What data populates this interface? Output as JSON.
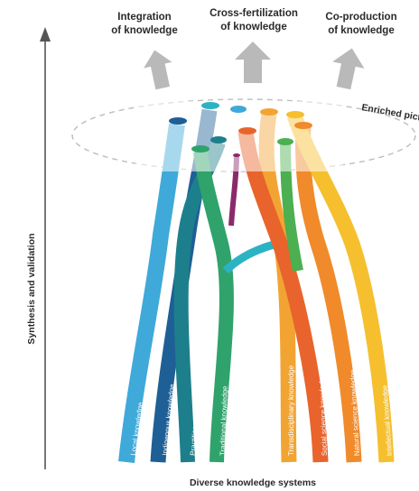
{
  "top_labels": {
    "integration": [
      "Integration",
      "of knowledge"
    ],
    "cross": [
      "Cross-fertilization",
      "of knowledge"
    ],
    "coproduction": [
      "Co-production",
      "of knowledge"
    ]
  },
  "enriched_label": "Enriched picture",
  "y_axis_label": "Synthesis and validation",
  "x_axis_label": "Diverse knowledge systems",
  "streams": [
    {
      "label": "Local knowledge",
      "color": "#3fa9d9"
    },
    {
      "label": "Indigenous knowledge",
      "color": "#1e5f96"
    },
    {
      "label": "Practitioners' knowledge",
      "color": "#1d7f8c"
    },
    {
      "label": "Traditional knowledge",
      "color": "#2fa36b"
    },
    {
      "label": "Transdisciplinary knowledge",
      "color": "#f2a433"
    },
    {
      "label": "Social science knowledge",
      "color": "#e8642c"
    },
    {
      "label": "Natural science knowledge",
      "color": "#f08a2b"
    },
    {
      "label": "Intellectual knowledge",
      "color": "#f5bf2e"
    }
  ],
  "colors": {
    "arrow": "#b9b9b9",
    "axis": "#555555",
    "ellipse": "#bdbdbd",
    "accent_purple": "#8a2a6b",
    "accent_teal": "#2bb3c4"
  }
}
